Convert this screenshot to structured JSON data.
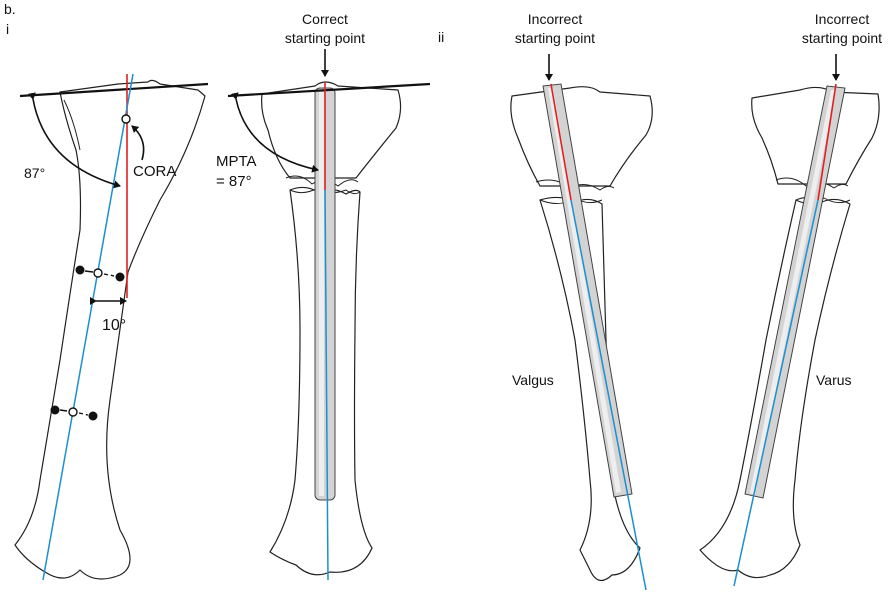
{
  "panel_letter": "b.",
  "subpanels": {
    "i": "i",
    "ii": "ii"
  },
  "labels": {
    "angle_87": "87°",
    "cora": "CORA",
    "ten_deg": "10°",
    "mpta_line1": "MPTA",
    "mpta_line2": "= 87°",
    "correct_line1": "Correct",
    "correct_line2": "starting point",
    "incorrect1_line1": "Incorrect",
    "incorrect1_line2": "starting point",
    "incorrect2_line1": "Incorrect",
    "incorrect2_line2": "starting point",
    "valgus": "Valgus",
    "varus": "Varus"
  },
  "colors": {
    "anatomic_axis": "#1b8fd0",
    "nail_axis": "#e02020",
    "nail": "#d3d3d3",
    "outline": "#222222"
  }
}
